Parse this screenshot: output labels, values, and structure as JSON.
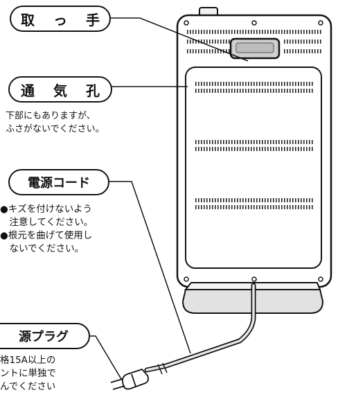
{
  "labels": {
    "handle": {
      "title": "取 っ 手"
    },
    "vent": {
      "title": "通 気 孔",
      "note": "下部にもありますが、\nふさがないでください。"
    },
    "cord": {
      "title": "電源コード",
      "note_lines": [
        "●キズを付けないよう",
        "　注意してください。",
        "●根元を曲げて使用し",
        "　ないでください。"
      ]
    },
    "plug": {
      "title": "源プラグ",
      "note_lines": [
        "格15A以上の",
        "ントに単独で",
        "んでください"
      ]
    }
  },
  "colors": {
    "line": "#111111",
    "panel": "#ffffff",
    "grille": "#222222",
    "handle_fill": "#cfcfcf",
    "base_fill": "#e2e2e2"
  }
}
